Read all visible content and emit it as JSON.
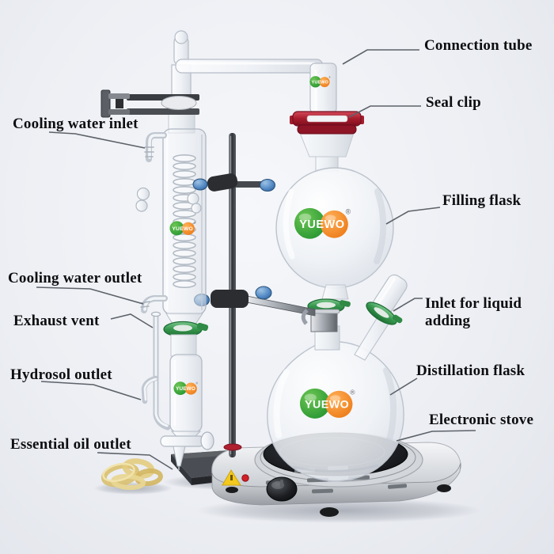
{
  "brand": {
    "name": "YUEWO",
    "reg": "®"
  },
  "labels": {
    "connection_tube": "Connection tube",
    "seal_clip": "Seal clip",
    "cooling_water_inlet": "Cooling water inlet",
    "filling_flask": "Filling flask",
    "cooling_water_outlet": "Cooling water outlet",
    "exhaust_vent": "Exhaust vent",
    "inlet_for_liquid_adding": "Inlet for liquid adding",
    "hydrosol_outlet": "Hydrosol outlet",
    "distillation_flask": "Distillation flask",
    "electronic_stove": "Electronic stove",
    "essential_oil_outlet": "Essential oil outlet"
  },
  "colors": {
    "background": "#edeff4",
    "label_text": "#0d0e10",
    "leader_line": "#5d6269",
    "seal_clip_red": "#a81c2d",
    "keck_clip_green": "#3d9e57",
    "knob_blue": "#4f86c2",
    "logo_green": "#2f9f38",
    "logo_orange": "#f58a1f",
    "hotplate_black": "#17191c",
    "oil_yellow": "#dfc67c"
  }
}
